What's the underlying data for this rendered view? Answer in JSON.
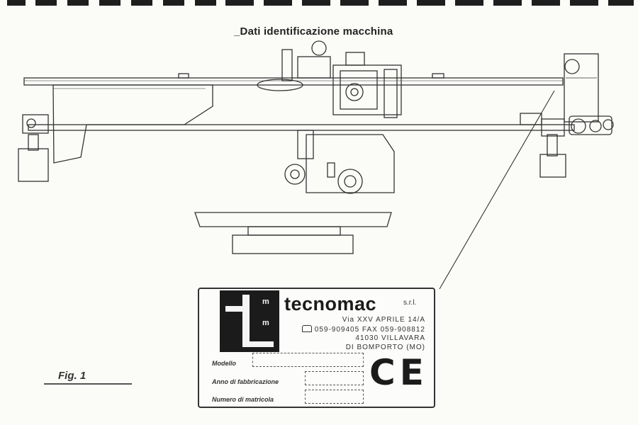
{
  "document": {
    "title": "_Dati identificazione macchina",
    "figure_label": "Fig. 1"
  },
  "nameplate": {
    "logo_letters": "m",
    "brand": "tecnomac",
    "brand_suffix": "s.r.l.",
    "address_line1": "Via XXV APRILE 14/A",
    "phone_fax": "059-909405  FAX 059-908812",
    "address_line3": "41030 VILLAVARA",
    "address_line4": "DI BOMPORTO (MO)",
    "field_model_label": "Modello",
    "field_year_label": "Anno di fabbricazione",
    "field_serial_label": "Numero di matricola",
    "ce_mark": "CE"
  }
}
